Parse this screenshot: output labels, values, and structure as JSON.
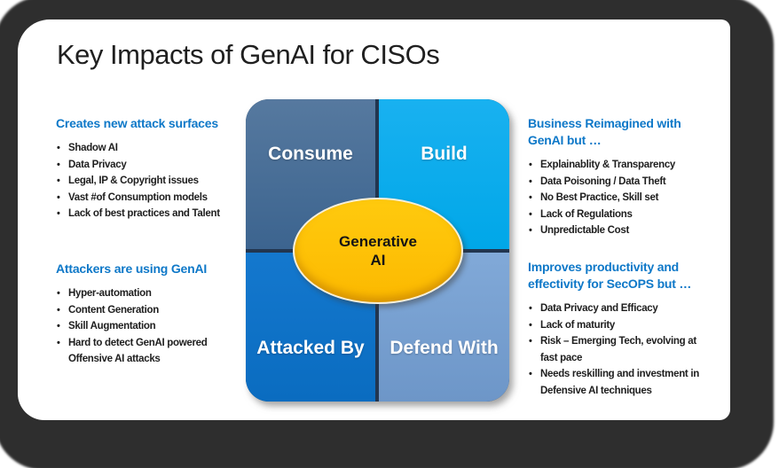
{
  "title": "Key Impacts of GenAI for CISOs",
  "panels": {
    "left_top": {
      "heading": "Creates new attack surfaces",
      "bullets": [
        "Shadow AI",
        "Data Privacy",
        "Legal, IP & Copyright issues",
        "Vast #of Consumption models",
        "Lack of best practices and Talent"
      ]
    },
    "left_bottom": {
      "heading": "Attackers are using GenAI",
      "bullets": [
        "Hyper-automation",
        "Content Generation",
        "Skill Augmentation",
        "Hard to detect GenAI powered Offensive AI attacks"
      ]
    },
    "right_top": {
      "heading": "Business Reimagined with GenAI but …",
      "bullets": [
        "Explainablity & Transparency",
        "Data Poisoning / Data Theft",
        "No Best Practice, Skill set",
        "Lack of Regulations",
        "Unpredictable Cost"
      ]
    },
    "right_bottom": {
      "heading": "Improves productivity and effectivity for SecOPS but …",
      "bullets": [
        "Data Privacy and Efficacy",
        "Lack of maturity",
        "Risk – Emerging Tech, evolving at fast pace",
        "Needs reskilling and investment in Defensive AI techniques"
      ]
    }
  },
  "quadrant": {
    "cells": [
      {
        "label": "Consume"
      },
      {
        "label": "Build"
      },
      {
        "label": "Attacked By"
      },
      {
        "label": "Defend With"
      }
    ],
    "center": {
      "line1": "Generative",
      "line2": "AI"
    }
  },
  "colors": {
    "heading_blue": "#0e78c8",
    "consume": "#4a6f9c",
    "build": "#00aeef",
    "attacked_by": "#0e73c9",
    "defend_with": "#7aa0d2",
    "ellipse_gold": "#ffc000",
    "frame_dark": "#2e2e2e",
    "quadrant_label_text": "#ffffff",
    "body_text": "#1e1e1e"
  }
}
